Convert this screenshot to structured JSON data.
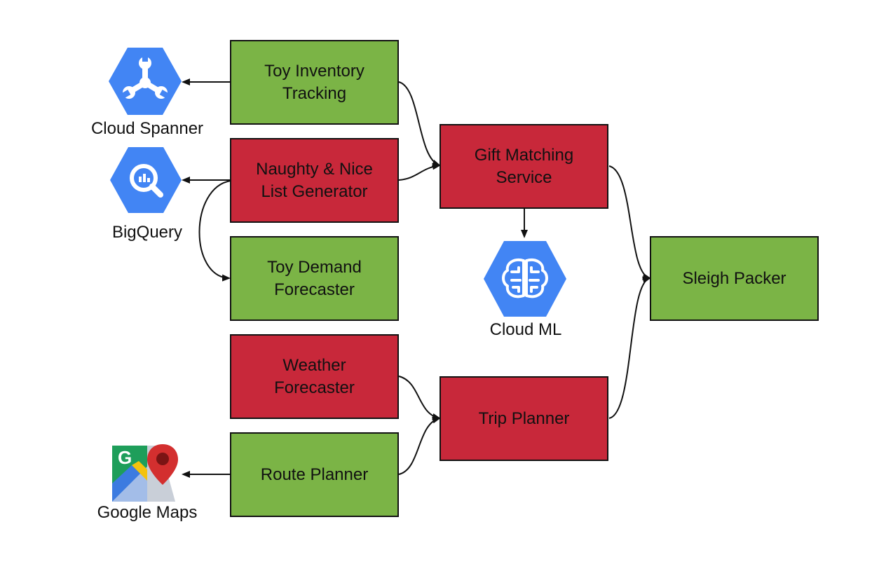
{
  "colors": {
    "green": "#7bb446",
    "red": "#c8283a",
    "gcp_blue": "#4285f4",
    "edge": "#111111"
  },
  "nodes": {
    "toy_inventory": {
      "label": "Toy Inventory\nTracking",
      "color": "green"
    },
    "naughty_nice": {
      "label": "Naughty & Nice\nList Generator",
      "color": "red"
    },
    "toy_demand": {
      "label": "Toy Demand\nForecaster",
      "color": "green"
    },
    "weather": {
      "label": "Weather\nForecaster",
      "color": "red"
    },
    "route_planner": {
      "label": "Route Planner",
      "color": "green"
    },
    "gift_matching": {
      "label": "Gift Matching\nService",
      "color": "red"
    },
    "trip_planner": {
      "label": "Trip Planner",
      "color": "red"
    },
    "sleigh_packer": {
      "label": "Sleigh Packer",
      "color": "green"
    }
  },
  "icons": {
    "cloud_spanner": {
      "label": "Cloud Spanner",
      "icon": "spanner-icon"
    },
    "bigquery": {
      "label": "BigQuery",
      "icon": "bigquery-icon"
    },
    "cloud_ml": {
      "label": "Cloud ML",
      "icon": "brain-icon"
    },
    "google_maps": {
      "label": "Google Maps",
      "icon": "maps-pin-icon",
      "glyph": "G"
    }
  },
  "edges": [
    {
      "from": "toy_inventory",
      "to": "cloud_spanner"
    },
    {
      "from": "naughty_nice",
      "to": "bigquery"
    },
    {
      "from": "naughty_nice",
      "to": "toy_demand"
    },
    {
      "from": "route_planner",
      "to": "google_maps"
    },
    {
      "from": "toy_inventory",
      "to": "gift_matching"
    },
    {
      "from": "naughty_nice",
      "to": "gift_matching"
    },
    {
      "from": "gift_matching",
      "to": "cloud_ml"
    },
    {
      "from": "weather",
      "to": "trip_planner"
    },
    {
      "from": "route_planner",
      "to": "trip_planner"
    },
    {
      "from": "gift_matching",
      "to": "sleigh_packer"
    },
    {
      "from": "trip_planner",
      "to": "sleigh_packer"
    }
  ]
}
